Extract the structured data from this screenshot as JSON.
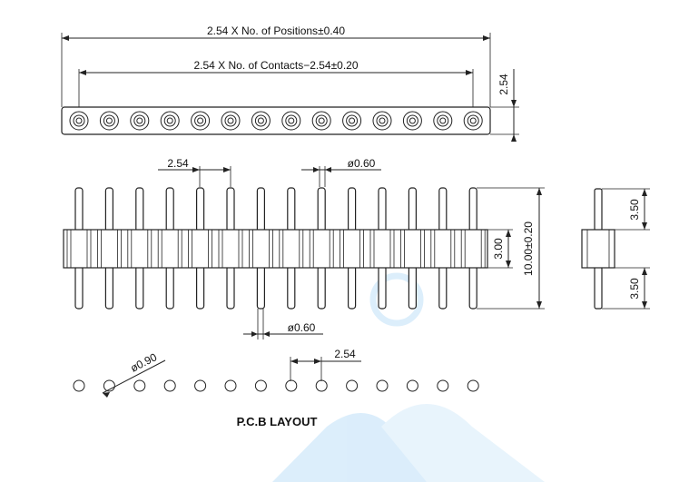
{
  "dimensions": {
    "overall_length": "2.54 X No. of Positions±0.40",
    "contact_span": "2.54 X No. of Contacts−2.54±0.20",
    "strip_height": "2.54",
    "pitch_top": "2.54",
    "pin_dia_top": "ø0.60",
    "pin_dia_bottom": "ø0.60",
    "insulator_height": "3.00",
    "overall_height": "10.00±0.20",
    "upper_pin_length": "3.50",
    "lower_pin_length": "3.50",
    "pcb_hole_dia": "ø0.90",
    "pcb_pitch": "2.54"
  },
  "labels": {
    "pcb_layout": "P.C.B LAYOUT"
  },
  "counts": {
    "positions": 14
  },
  "colors": {
    "line": "#222222",
    "watermark": "#d8ecfb"
  }
}
